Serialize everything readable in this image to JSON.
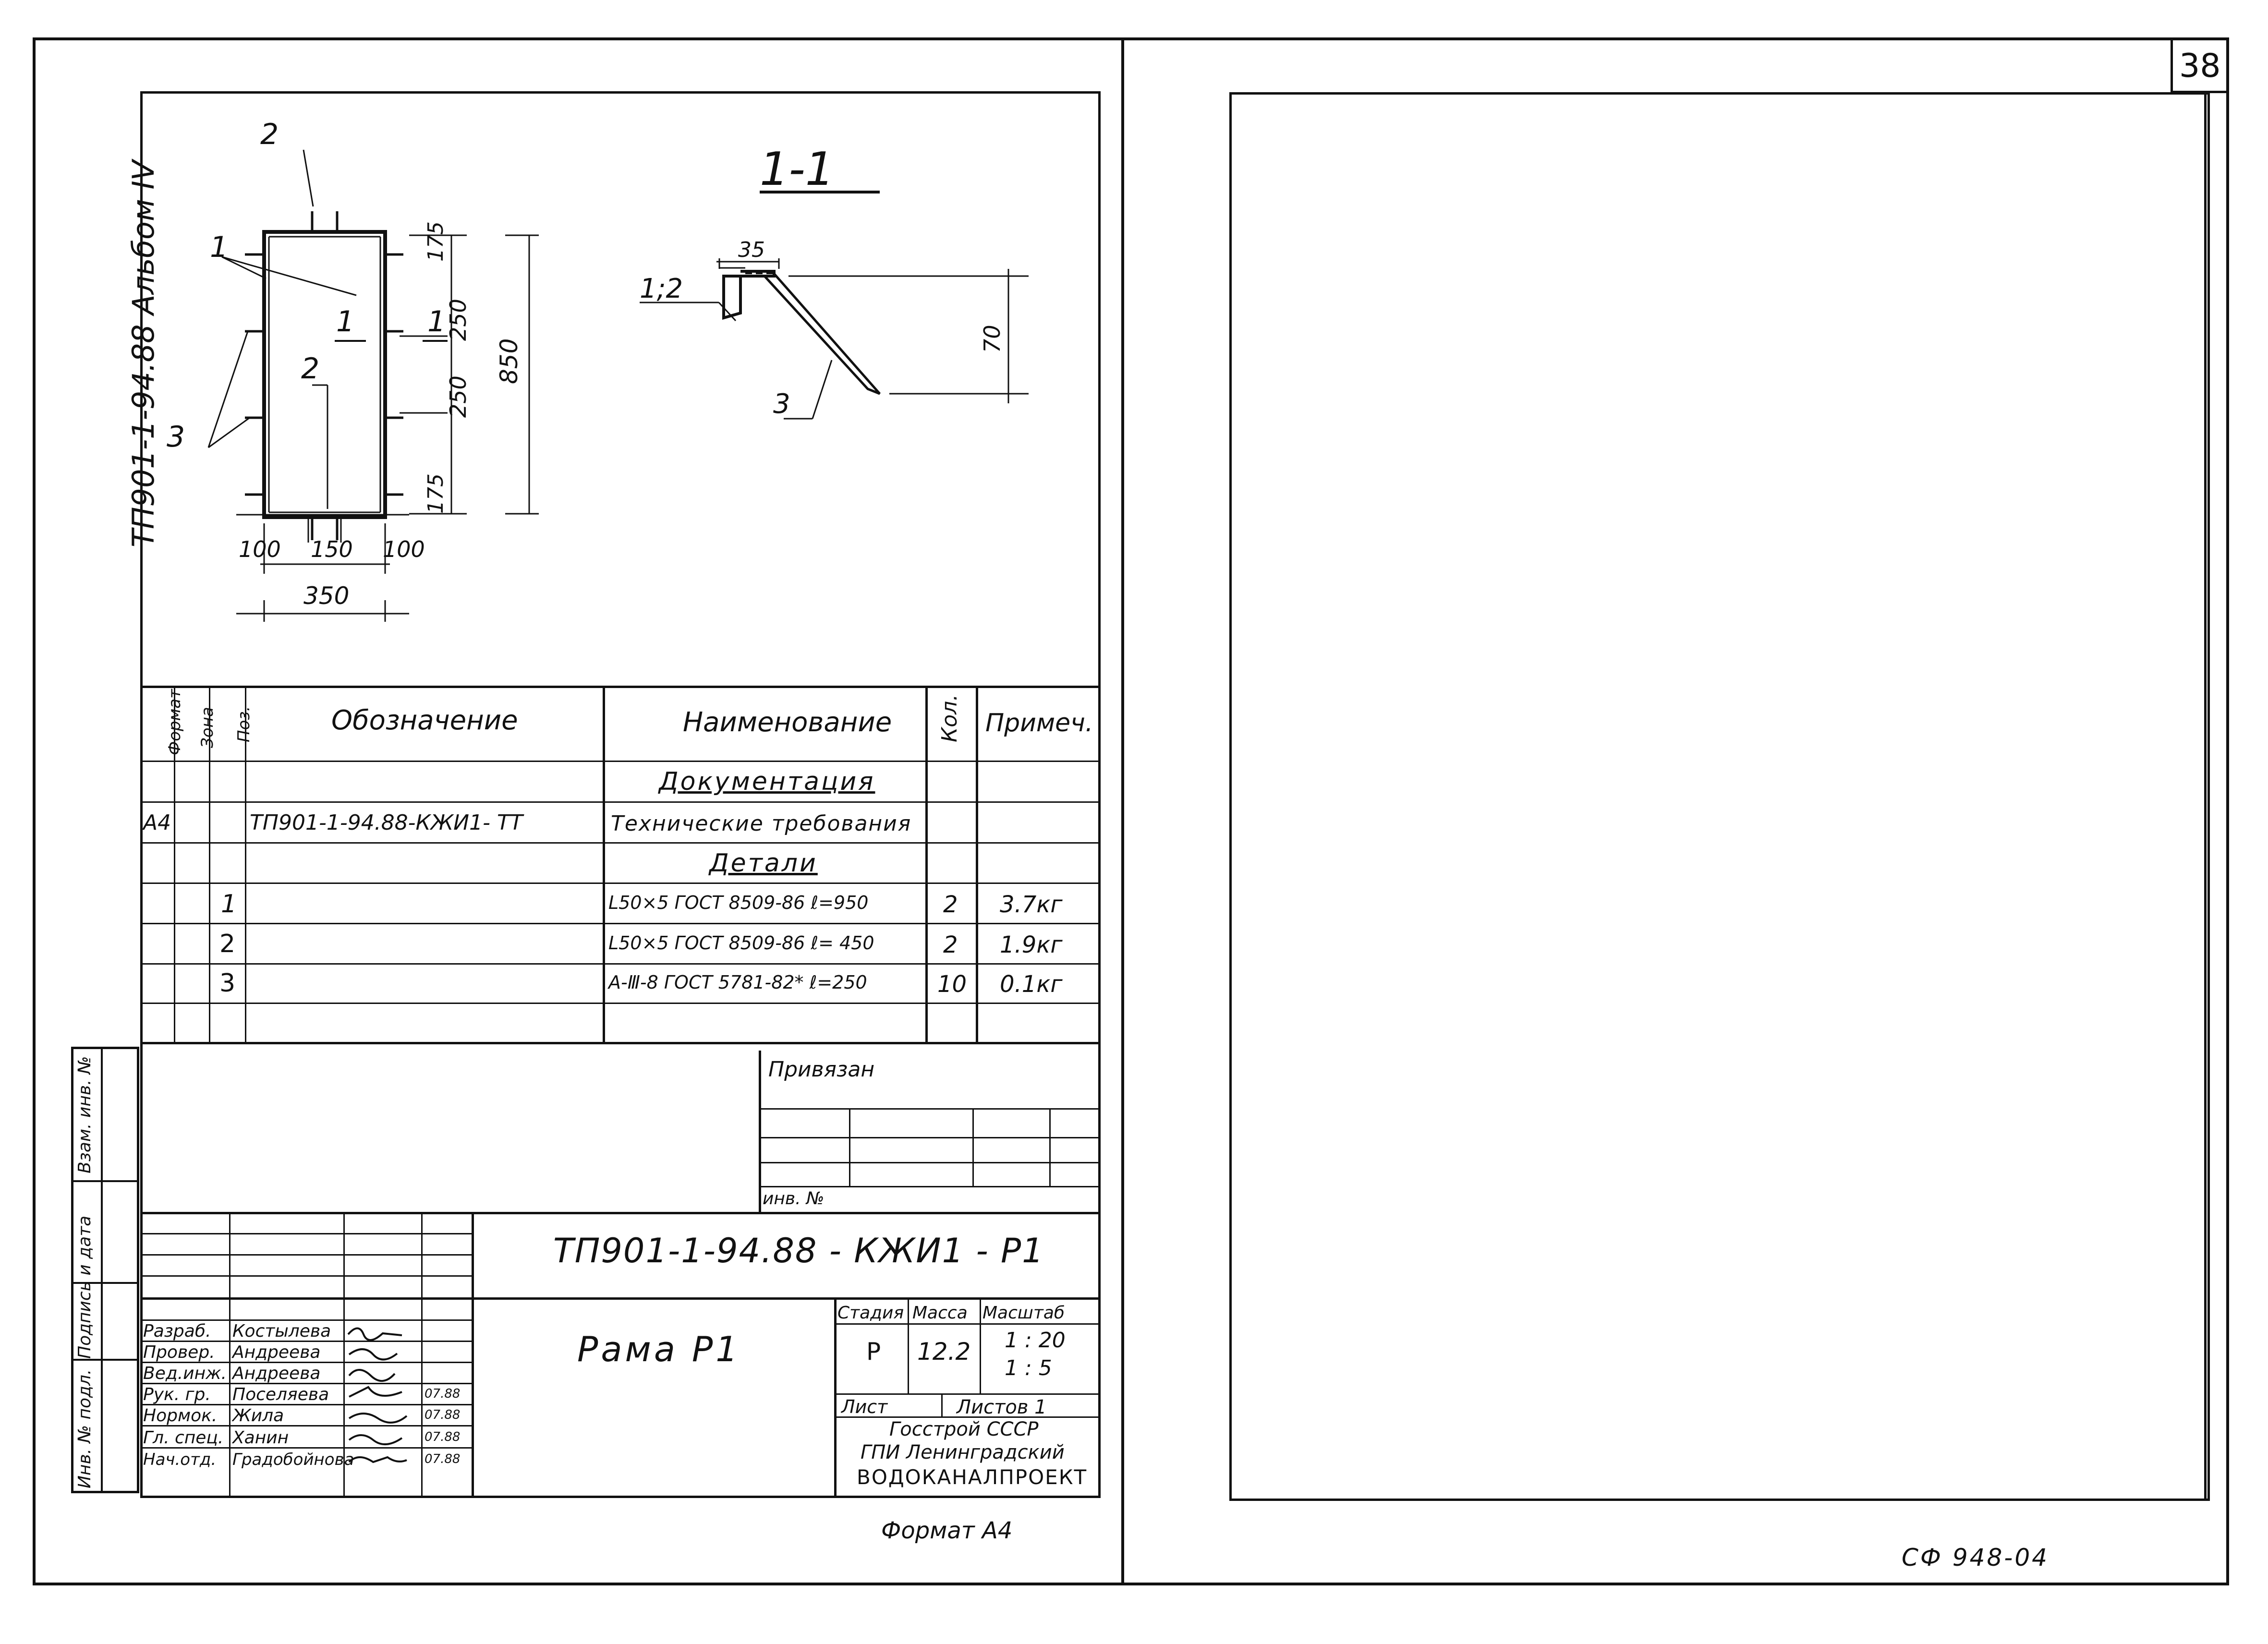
{
  "sheet_number": "38",
  "album_side_label": "ТП901-1-94.88 Альбом IV",
  "section_title": "1-1",
  "drawing_labels": {
    "pos1": "1",
    "pos2": "2",
    "pos3": "3",
    "pos12": "1;2",
    "cut_mark": "1",
    "dim_175": "175",
    "dim_250": "250",
    "dim_850": "850",
    "dim_100": "100",
    "dim_150": "150",
    "dim_350": "350",
    "dim_35": "35",
    "dim_70": "70"
  },
  "spec": {
    "headers": {
      "format": "Формат",
      "zone": "Зона",
      "pos": "Поз.",
      "designation": "Обозначение",
      "name": "Наименование",
      "qty": "Кол.",
      "note": "Примеч."
    },
    "section_documentation": "Документация",
    "section_details": "Детали",
    "doc_row": {
      "format": "А4",
      "designation": "ТП901-1-94.88-КЖИ1- ТТ",
      "name": "Технические требования"
    },
    "rows": [
      {
        "pos": "1",
        "name": "L50×5  ГОСТ 8509-86  ℓ=950",
        "qty": "2",
        "note": "3.7кг"
      },
      {
        "pos": "2",
        "name": "L50×5  ГОСТ 8509-86  ℓ= 450",
        "qty": "2",
        "note": "1.9кг"
      },
      {
        "pos": "3",
        "name": "А-Ⅲ-8  ГОСТ 5781-82*  ℓ=250",
        "qty": "10",
        "note": "0.1кг"
      }
    ]
  },
  "binding": {
    "title": "Привязан",
    "inv": "инв. №"
  },
  "side_stamp": {
    "c1": "Взам. инв. №",
    "c2": "Подпись и дата",
    "c3": "Инв. № подл."
  },
  "title_block": {
    "code": "ТП901-1-94.88 - КЖИ1 - Р1",
    "item_name": "Рама  Р1",
    "stage_label": "Стадия",
    "mass_label": "Масса",
    "scale_label": "Масштаб",
    "stage_value": "Р",
    "mass_value": "12.2",
    "scale_1": "1 : 20",
    "scale_2": "1 : 5",
    "sheet_label": "Лист",
    "sheets_label": "Листов 1",
    "org_1": "Госстрой СССР",
    "org_2": "ГПИ Ленинградский",
    "org_3": "ВОДОКАНАЛПРОЕКТ",
    "staff": [
      {
        "role": "Разраб.",
        "name": "Костылева",
        "date": ""
      },
      {
        "role": "Провер.",
        "name": "Андреева",
        "date": ""
      },
      {
        "role": "Вед.инж.",
        "name": "Андреева",
        "date": ""
      },
      {
        "role": "Рук. гр.",
        "name": "Поселяева",
        "date": "07.88"
      },
      {
        "role": "Нормок.",
        "name": "Жила",
        "date": "07.88"
      },
      {
        "role": "Гл. спец.",
        "name": "Ханин",
        "date": "07.88"
      },
      {
        "role": "Нач.отд.",
        "name": "Градобойнова",
        "date": "07.88"
      }
    ]
  },
  "format_note": "Формат А4",
  "bottom_code": "СФ 948-04"
}
